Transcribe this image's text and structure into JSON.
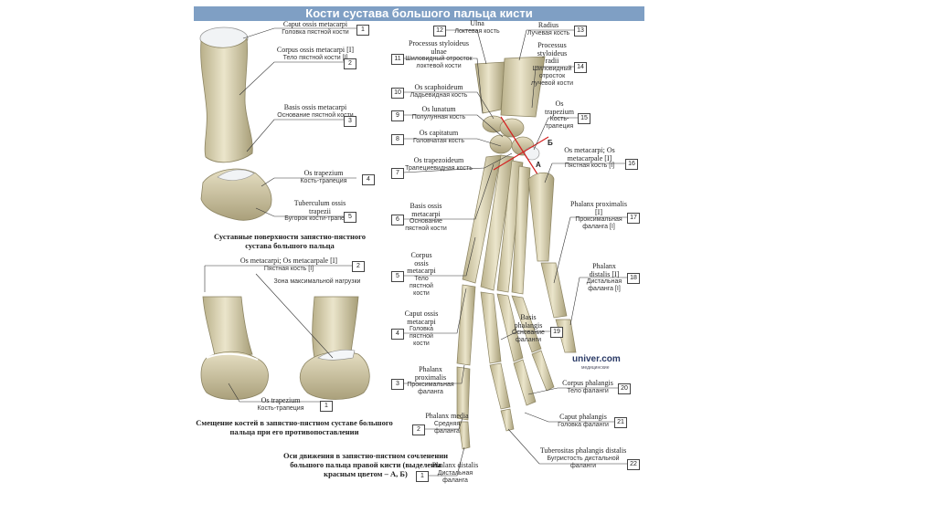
{
  "title": "Кости сустава большого пальца кисти",
  "figure_top": {
    "labels": [
      {
        "n": "1",
        "lat": "Caput ossis metacarpi",
        "ru": "Головка пястной кости"
      },
      {
        "n": "2",
        "lat": "Corpus ossis metacarpi [I]",
        "ru": "Тело пястной кости [I]"
      },
      {
        "n": "3",
        "lat": "Basis ossis metacarpi",
        "ru": "Основание пястной кости"
      },
      {
        "n": "4",
        "lat": "Os trapezium",
        "ru": "Кость-трапеция"
      },
      {
        "n": "5",
        "lat": "Tuberculum ossis trapezii",
        "ru": "Бугорок кости-трапеции"
      }
    ],
    "caption": "Суставные поверхности запястно-пястного сустава большого пальца"
  },
  "figure_bottom": {
    "labels": [
      {
        "n": "2",
        "lat": "Os metacarpi; Os metacarpale [I]",
        "ru": "Пястная кость [I]"
      },
      {
        "n": "",
        "lat": "",
        "ru": "Зона максимальной нагрузки"
      },
      {
        "n": "1",
        "lat": "Os trapezium",
        "ru": "Кость-трапеция"
      }
    ],
    "caption": "Смещение костей в запястно-пястном суставе большого пальца при его противопоставлении"
  },
  "figure_main": {
    "left_labels": [
      {
        "n": "12",
        "lat": "Ulna",
        "ru": "Локтевая кость"
      },
      {
        "n": "11",
        "lat": "Processus styloideus ulnae",
        "ru": "Шиловидный отросток локтевой кости"
      },
      {
        "n": "10",
        "lat": "Os scaphoideum",
        "ru": "Ладьевидная кость"
      },
      {
        "n": "9",
        "lat": "Os lunatum",
        "ru": "Полулунная кость"
      },
      {
        "n": "8",
        "lat": "Os capitatum",
        "ru": "Головчатая кость"
      },
      {
        "n": "7",
        "lat": "Os trapezoideum",
        "ru": "Трапециевидная кость"
      },
      {
        "n": "6",
        "lat": "Basis ossis metacarpi",
        "ru": "Основание пястной кости"
      },
      {
        "n": "5",
        "lat": "Corpus ossis metacarpi",
        "ru": "Тело пястной кости"
      },
      {
        "n": "4",
        "lat": "Caput ossis metacarpi",
        "ru": "Головка пястной кости"
      },
      {
        "n": "3",
        "lat": "Phalanx proximalis",
        "ru": "Проксимальная фаланга"
      },
      {
        "n": "2",
        "lat": "Phalanx media",
        "ru": "Средняя фаланга"
      },
      {
        "n": "1",
        "lat": "Phalanx distalis",
        "ru": "Дистальная фаланга"
      }
    ],
    "right_labels": [
      {
        "n": "13",
        "lat": "Radius",
        "ru": "Лучевая кость"
      },
      {
        "n": "14",
        "lat": "Processus styloideus radii",
        "ru": "Шиловидный отросток лучевой кости"
      },
      {
        "n": "15",
        "lat": "Os trapezium",
        "ru": "Кость-трапеция"
      },
      {
        "n": "16",
        "lat": "Os metacarpi; Os metacarpale [I]",
        "ru": "Пястная кость [I]"
      },
      {
        "n": "17",
        "lat": "Phalanx proximalis [I]",
        "ru": "Проксимальная фаланга [I]"
      },
      {
        "n": "18",
        "lat": "Phalanx distalis [I]",
        "ru": "Дистальная фаланга [I]"
      },
      {
        "n": "19",
        "lat": "Basis phalangis",
        "ru": "Основание фаланги"
      },
      {
        "n": "20",
        "lat": "Corpus phalangis",
        "ru": "Тело фаланги"
      },
      {
        "n": "21",
        "lat": "Caput phalangis",
        "ru": "Головка фаланги"
      },
      {
        "n": "22",
        "lat": "Tuberositas phalangis distalis",
        "ru": "Бугристость дистальной фаланги"
      }
    ],
    "axis_a": "А",
    "axis_b": "Б",
    "caption": "Оси движения в запястно-пястном сочленении большого пальца правой кисти (выделены красным цветом – А, Б)"
  },
  "watermark": {
    "text": "univer.com",
    "sub": "медицинские"
  },
  "colors": {
    "banner": "#7f9fc4",
    "bone": "#e3dcbf",
    "bone_shade": "#b7ae88",
    "cartilage": "#f4f6f8",
    "axis": "#d42020"
  }
}
